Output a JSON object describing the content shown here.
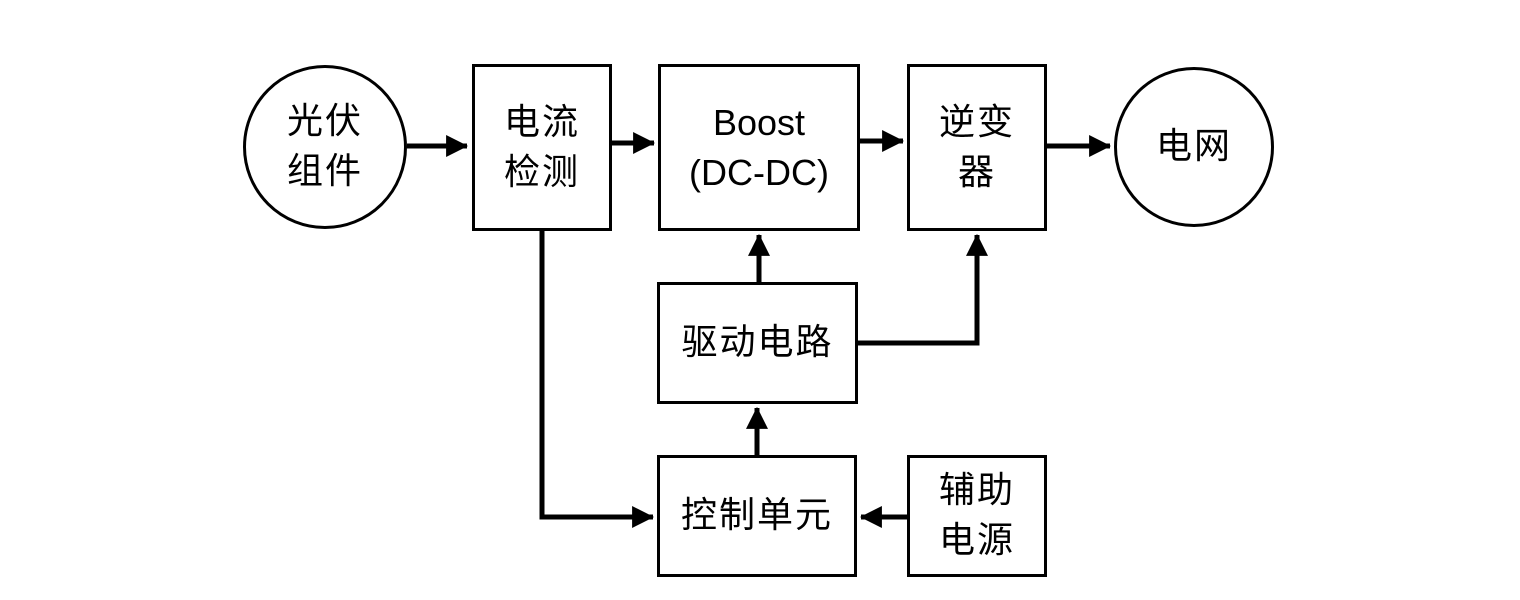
{
  "diagram": {
    "background_color": "#ffffff",
    "ink_color": "#000000",
    "nodes": {
      "pv_module": {
        "shape": "circle",
        "line1": "光伏",
        "line2": "组件"
      },
      "current_detection": {
        "shape": "rect",
        "line1": "电流",
        "line2": "检测"
      },
      "boost": {
        "shape": "rect",
        "line1": "Boost",
        "line2": "(DC-DC)"
      },
      "inverter": {
        "shape": "rect",
        "line1": "逆变",
        "line2": "器"
      },
      "grid": {
        "shape": "circle",
        "line1": "电网"
      },
      "drive_circuit": {
        "shape": "rect",
        "line1": "驱动电路"
      },
      "control_unit": {
        "shape": "rect",
        "line1": "控制单元"
      },
      "aux_power": {
        "shape": "rect",
        "line1": "辅助",
        "line2": "电源"
      }
    },
    "connections": [
      {
        "from": "pv_module",
        "to": "current_detection",
        "type": "arrow"
      },
      {
        "from": "current_detection",
        "to": "boost",
        "type": "arrow"
      },
      {
        "from": "boost",
        "to": "inverter",
        "type": "arrow"
      },
      {
        "from": "inverter",
        "to": "grid",
        "type": "arrow"
      },
      {
        "from": "drive_circuit",
        "to": "boost",
        "type": "arrow"
      },
      {
        "from": "drive_circuit",
        "to": "inverter",
        "type": "arrow-elbow"
      },
      {
        "from": "control_unit",
        "to": "drive_circuit",
        "type": "arrow"
      },
      {
        "from": "current_detection",
        "to": "control_unit",
        "type": "arrow-elbow"
      },
      {
        "from": "aux_power",
        "to": "control_unit",
        "type": "arrow"
      }
    ]
  }
}
